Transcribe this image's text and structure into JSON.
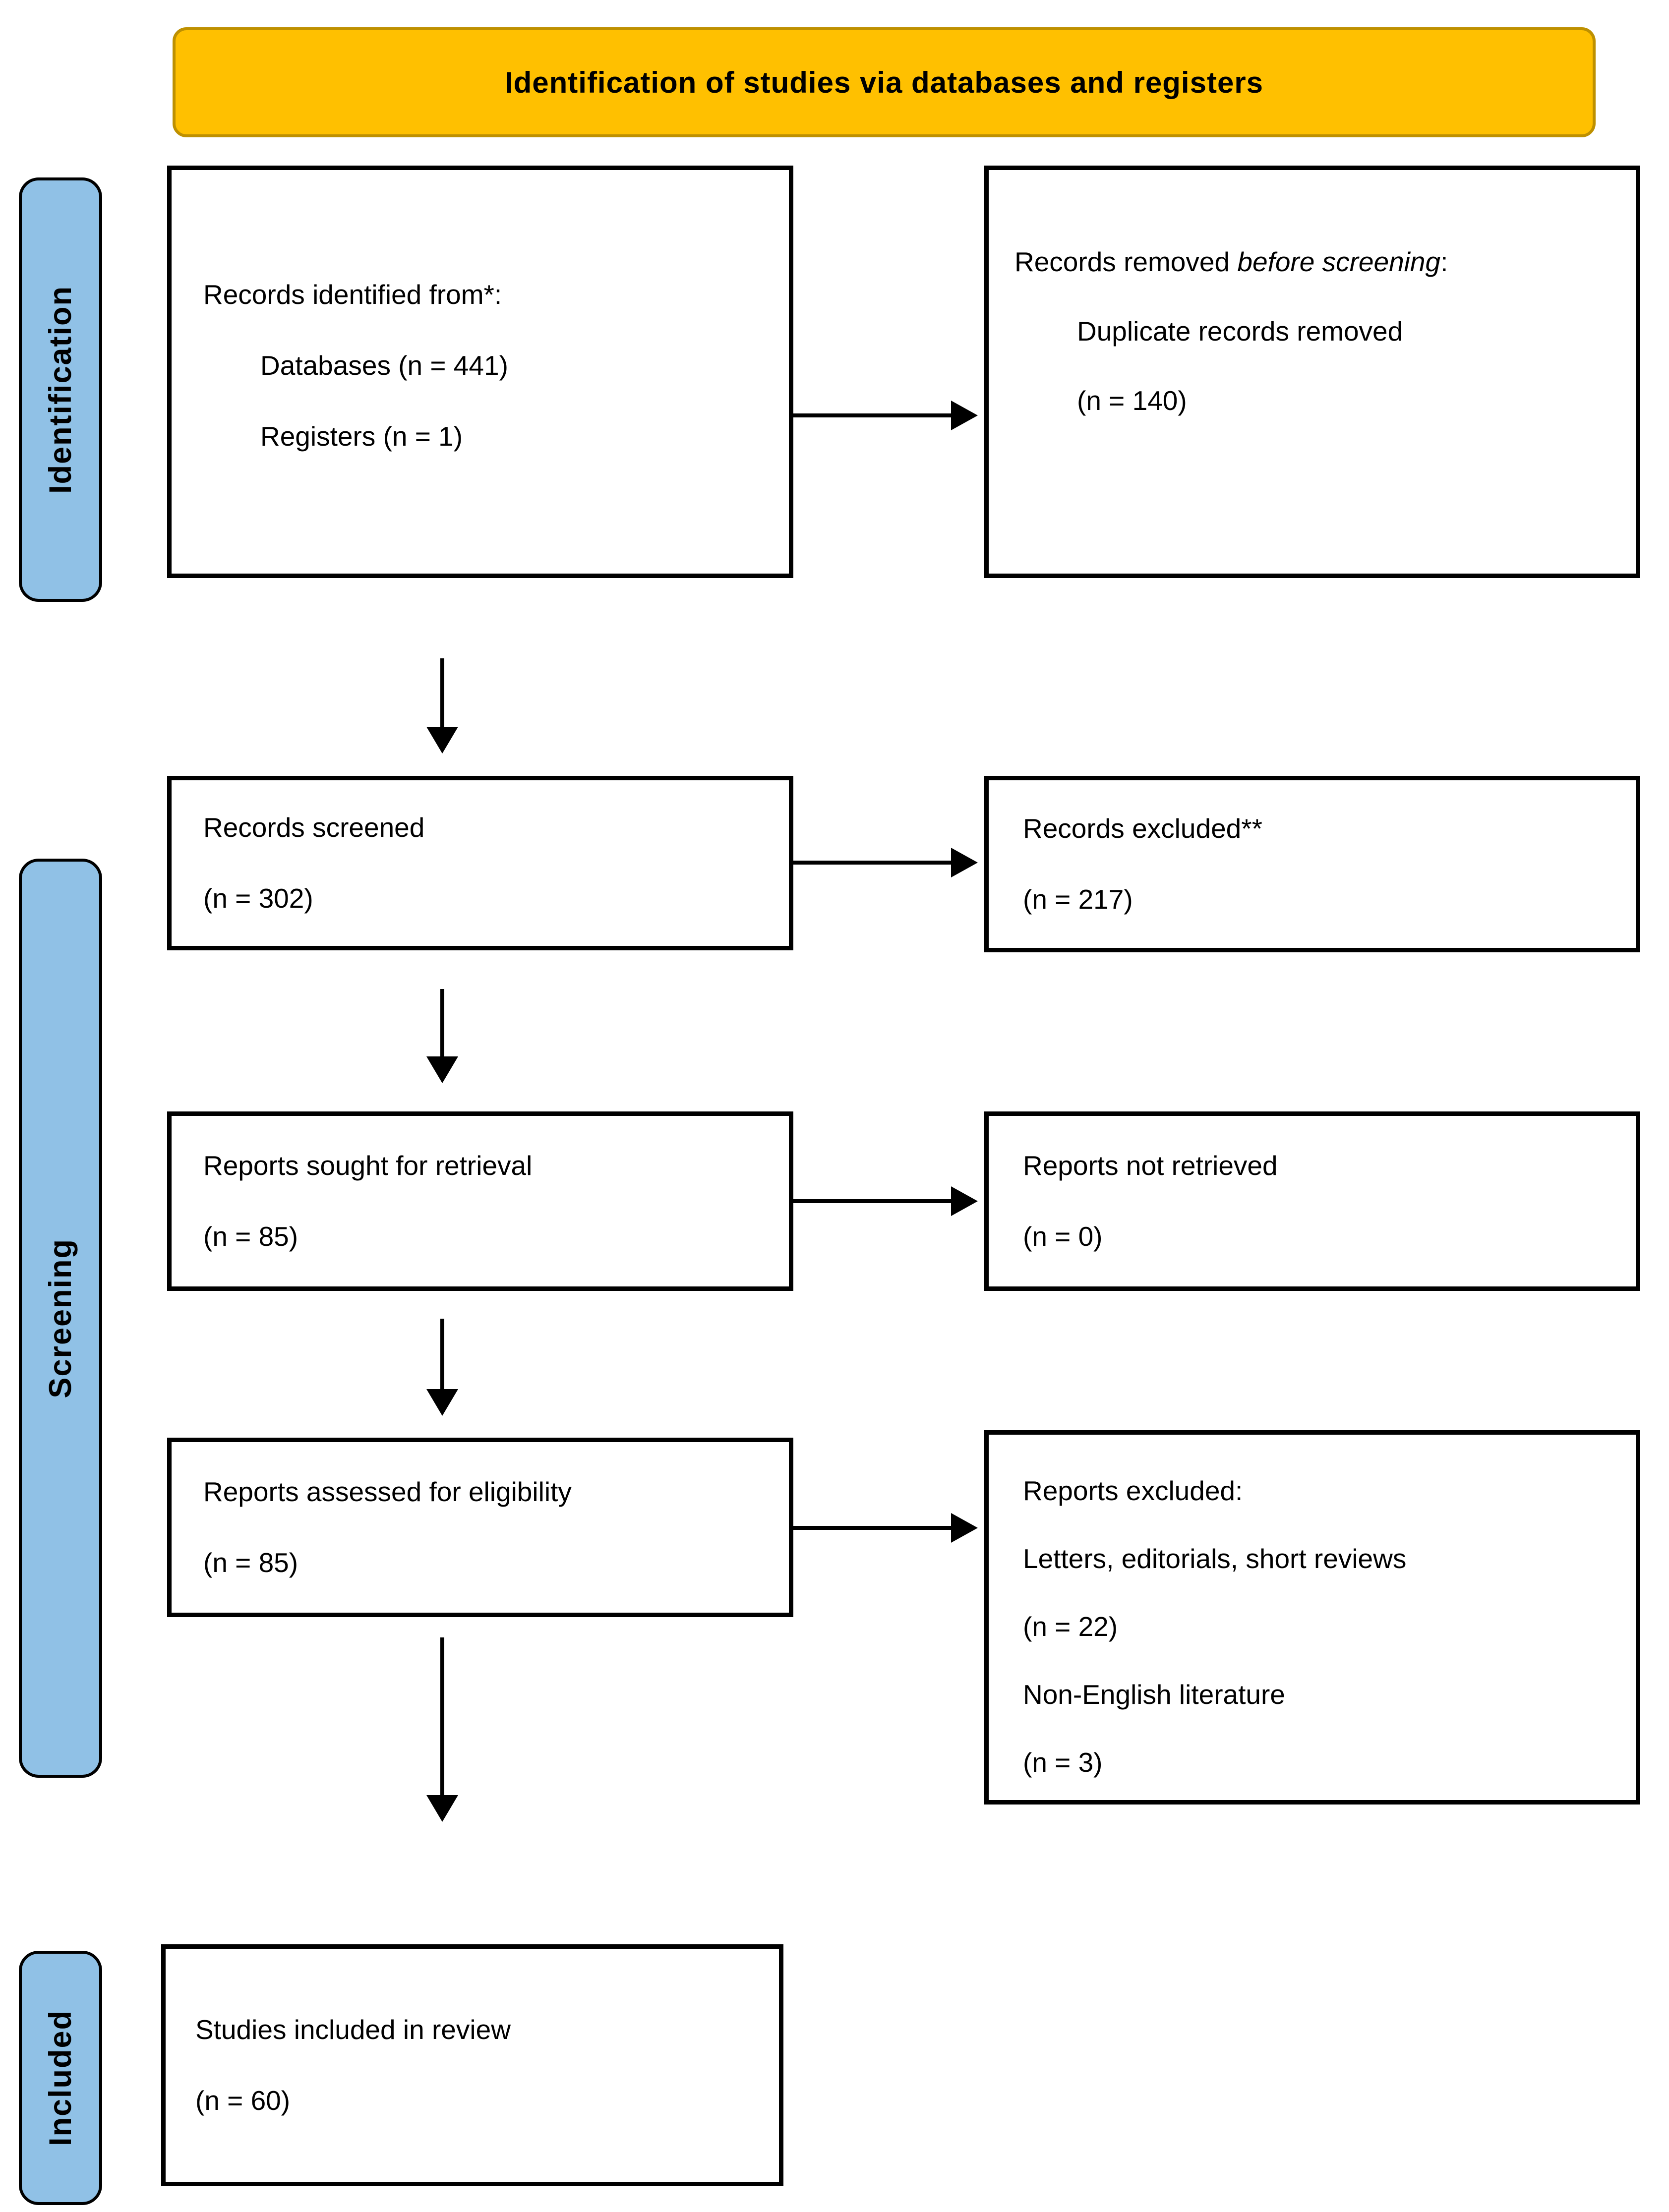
{
  "title": "Identification of studies via databases and registers",
  "sidebar": {
    "identification": "Identification",
    "screening": "Screening",
    "included": "Included"
  },
  "boxes": {
    "records_identified": {
      "line1": "Records identified from*:",
      "line2": "Databases (n = 441)",
      "line3": "Registers (n = 1)"
    },
    "records_removed": {
      "line1_prefix": "Records removed ",
      "line1_italic": "before screening",
      "line1_suffix": ":",
      "line2": "Duplicate records removed",
      "line3": "(n = 140)"
    },
    "records_screened": {
      "line1": "Records screened",
      "line2": "(n = 302)"
    },
    "records_excluded": {
      "line1": "Records excluded**",
      "line2": "(n = 217)"
    },
    "reports_sought": {
      "line1": "Reports sought for retrieval",
      "line2": "(n = 85)"
    },
    "reports_not_retrieved": {
      "line1": "Reports not retrieved",
      "line2": "(n = 0)"
    },
    "reports_assessed": {
      "line1": "Reports assessed for eligibility",
      "line2": "(n = 85)"
    },
    "reports_excluded": {
      "line1": "Reports excluded:",
      "line2": "Letters, editorials, short reviews",
      "line3": "(n = 22)",
      "line4": "Non-English literature",
      "line5": "(n = 3)"
    },
    "studies_included": {
      "line1": "Studies included in review",
      "line2": "(n = 60)"
    }
  },
  "colors": {
    "banner_fill": "#FFC000",
    "banner_border": "#BE9000",
    "sidebar_fill": "#90C1E6",
    "box_bg": "#FFFFFF",
    "line_color": "#000000"
  }
}
